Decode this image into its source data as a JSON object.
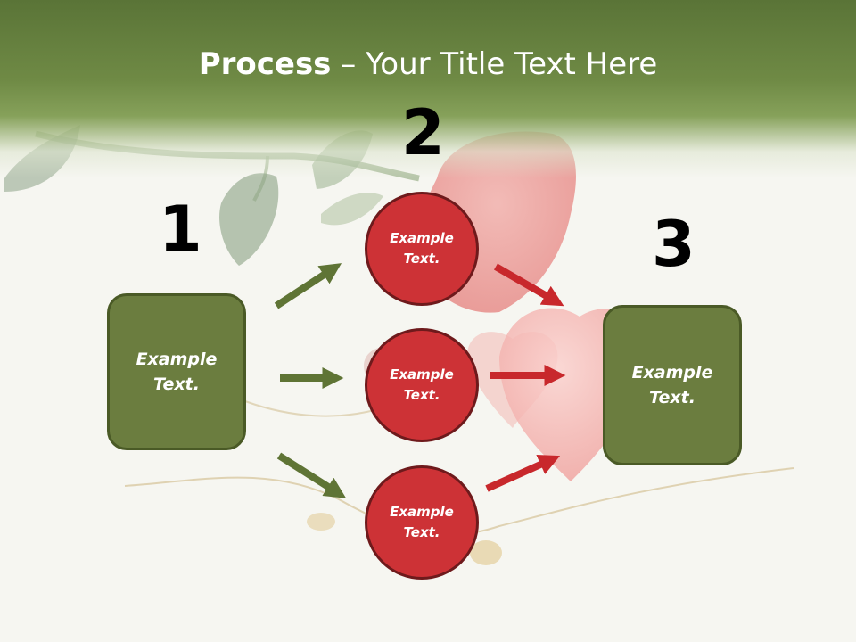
{
  "slide": {
    "title_bold": "Process",
    "title_rest": " – Your Title Text Here"
  },
  "steps": {
    "one": {
      "number": "1",
      "box_line1": "Example",
      "box_line2": "Text."
    },
    "two": {
      "number": "2",
      "circles": [
        {
          "line1": "Example",
          "line2": "Text."
        },
        {
          "line1": "Example",
          "line2": "Text."
        },
        {
          "line1": "Example",
          "line2": "Text."
        }
      ]
    },
    "three": {
      "number": "3",
      "box_line1": "Example",
      "box_line2": "Text."
    }
  },
  "colors": {
    "header_green": "#6f8a45",
    "box_green": "#6b7d3f",
    "circle_red": "#cd3236",
    "arrow_green": "#5f7435",
    "arrow_red": "#c8282c"
  }
}
